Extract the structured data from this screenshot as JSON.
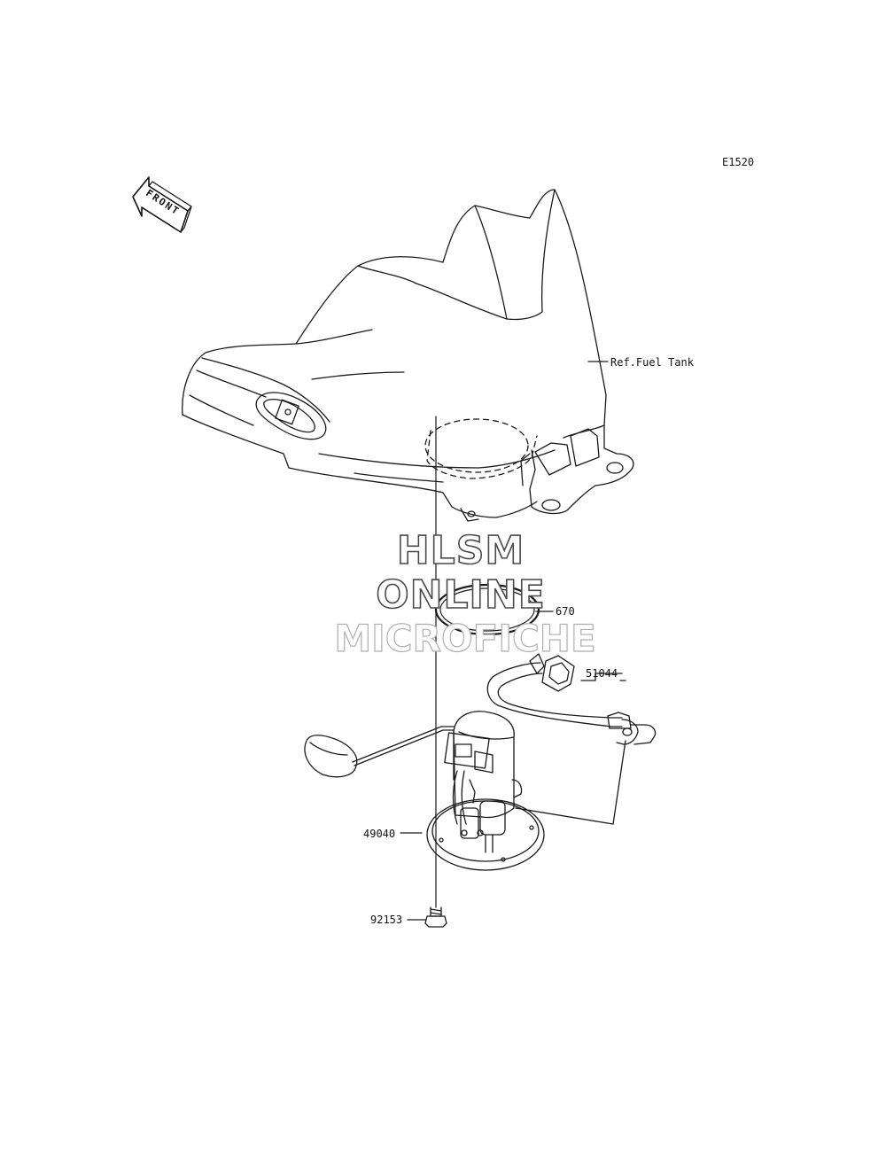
{
  "diagram": {
    "code": "E1520",
    "front_label": "FRONT",
    "labels": {
      "fuel_tank": "Ref.Fuel Tank",
      "o_ring": "670",
      "hose": "51044",
      "pump": "49040",
      "bolt": "92153"
    },
    "watermark": {
      "line1": "HLSM",
      "line2": "ONLINE",
      "line3": "MICROFICHE"
    }
  }
}
